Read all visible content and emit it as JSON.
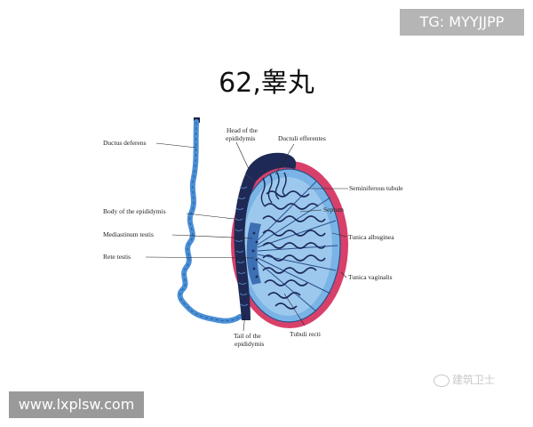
{
  "watermark_top": "TG: MYYJJPP",
  "title": "62,睾丸",
  "watermark_bottom": "www.lxplsw.com",
  "weibo_handle": "建筑卫士",
  "labels": {
    "ductus_deferens": "Ductus deferens",
    "head_line1": "Head of the",
    "head_line2": "epididymis",
    "ductuli_efferentes": "Ductuli efferentes",
    "seminiferous_tubule": "Seminiferous tubule",
    "septum": "Septum",
    "body_epididymis": "Body of the epididymis",
    "tunica_albuginea": "Tunica albuginea",
    "mediastinum_testis": "Mediastinum testis",
    "rete_testis": "Rete testis",
    "tunica_vaginalis": "Tunica vaginalis",
    "tail_line1": "Tail of the",
    "tail_line2": "epididymis",
    "tubuli_recti": "Tubuli recti"
  },
  "colors": {
    "duct_blue": "#4a8fd6",
    "tunica_pink": "#d8406a",
    "testis_blue": "#7ab3e6",
    "epididymis_navy": "#1e2a55",
    "tubule_navy": "#1c2a5a"
  }
}
